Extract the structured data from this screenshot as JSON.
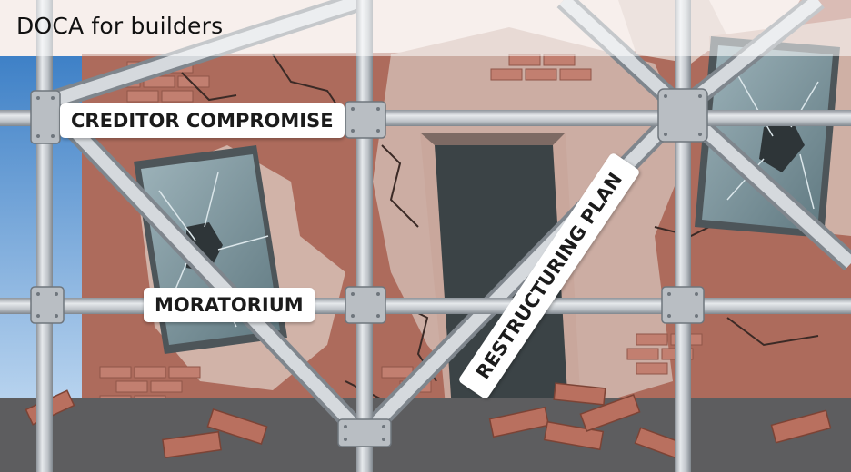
{
  "title": "DOCA for builders",
  "labels": {
    "creditor_compromise": "CREDITOR COMPROMISE",
    "moratorium": "MORATORIUM",
    "restructuring_plan": "RESTRUCTURING PLAN"
  },
  "colors": {
    "sky": "#3c82c8",
    "brick_wall": "#ad6b5c",
    "plaster": "#ccada3",
    "ground": "#5d5d5f",
    "scaffold_pipe": "#c5c9ce",
    "window_glass": "#6d8790",
    "label_background": "#ffffff"
  },
  "icons": [
    "cracked-window-icon",
    "doorway-icon",
    "scaffold-clamp-icon",
    "brick-icon"
  ]
}
